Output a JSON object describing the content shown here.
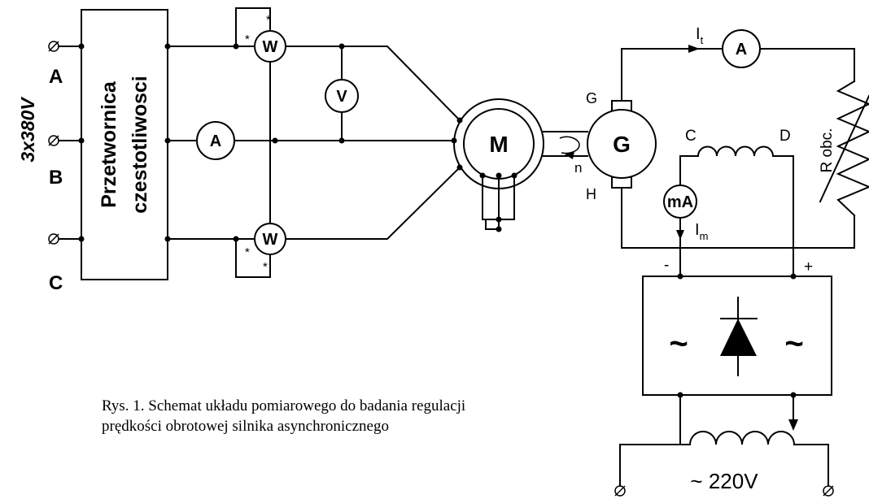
{
  "supply": {
    "voltage": "3x380V",
    "phases": [
      "A",
      "B",
      "C"
    ]
  },
  "converter": {
    "line1": "Przetwornica",
    "line2": "czestotliwosci"
  },
  "meters": {
    "wattmeter_top": "W",
    "wattmeter_bottom": "W",
    "voltmeter": "V",
    "ammeter_line": "A",
    "ammeter_gen": "A",
    "milliammeter": "mA"
  },
  "star_mark": "*",
  "machines": {
    "motor": "M",
    "generator": "G",
    "speed": "n"
  },
  "generator_terminals": {
    "top": "G",
    "bottom": "H"
  },
  "field": {
    "start": "C",
    "end": "D"
  },
  "currents": {
    "load": "I",
    "load_sub": "t",
    "field": "I",
    "field_sub": "m"
  },
  "load_resistor": "R obc.",
  "rectifier": {
    "minus": "-",
    "plus": "+",
    "ac_left": "~",
    "ac_right": "~"
  },
  "ac_supply": "~ 220V",
  "caption": {
    "line1": "Rys. 1. Schemat układu pomiarowego do badania regulacji",
    "line2": "prędkości obrotowej silnika asynchronicznego"
  }
}
